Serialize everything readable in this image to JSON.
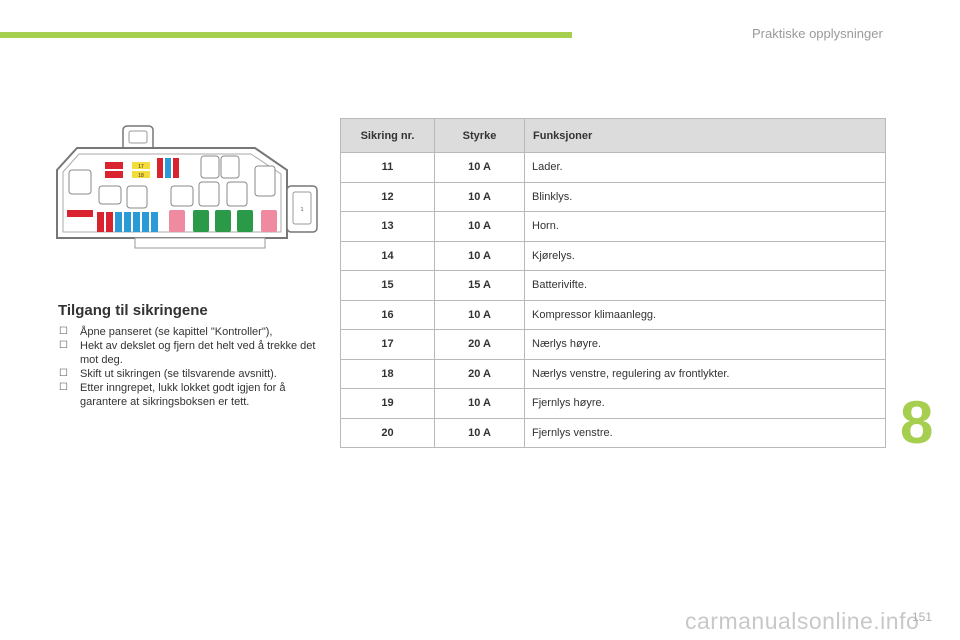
{
  "header": {
    "title": "Praktiske opplysninger",
    "accent_color": "#a6cf4f"
  },
  "diagram": {
    "box_labels": [
      "17",
      "18",
      "1"
    ],
    "fuse_colors": {
      "red": "#d9232e",
      "blue": "#2b9bd8",
      "green": "#2a9a48",
      "pink": "#ef8aa0",
      "yellow": "#f4dc3a"
    }
  },
  "access": {
    "title": "Tilgang til sikringene",
    "steps": [
      "Åpne panseret (se kapittel \"Kontroller\"),",
      "Hekt av dekslet og fjern det helt ved å trekke det mot deg.",
      "Skift ut sikringen (se tilsvarende avsnitt).",
      "Etter inngrepet, lukk lokket godt igjen for å garantere at sikringsboksen er tett."
    ]
  },
  "table": {
    "headers": [
      "Sikring nr.",
      "Styrke",
      "Funksjoner"
    ],
    "rows": [
      [
        "11",
        "10 A",
        "Lader."
      ],
      [
        "12",
        "10 A",
        "Blinklys."
      ],
      [
        "13",
        "10 A",
        "Horn."
      ],
      [
        "14",
        "10 A",
        "Kjørelys."
      ],
      [
        "15",
        "15 A",
        "Batterivifte."
      ],
      [
        "16",
        "10 A",
        "Kompressor klimaanlegg."
      ],
      [
        "17",
        "20 A",
        "Nærlys høyre."
      ],
      [
        "18",
        "20 A",
        "Nærlys venstre, regulering av frontlykter."
      ],
      [
        "19",
        "10 A",
        "Fjernlys høyre."
      ],
      [
        "20",
        "10 A",
        "Fjernlys venstre."
      ]
    ]
  },
  "chapter": "8",
  "page_number": "151",
  "watermark": "carmanualsonline.info"
}
